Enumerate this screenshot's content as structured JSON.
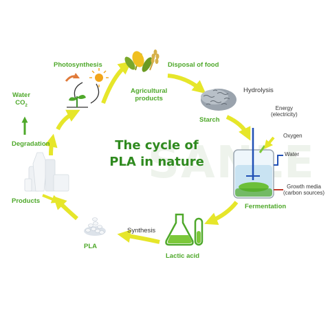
{
  "title_lines": [
    "The cycle of",
    "PLA in nature"
  ],
  "watermark": "SANLE",
  "nodes": {
    "photosynthesis": "Photosynthesis",
    "disposal_of_food": "Disposal of food",
    "agricultural_products": [
      "Agricultural",
      "products"
    ],
    "hydrolysis": "Hydrolysis",
    "starch": "Starch",
    "fermentation": "Fermentation",
    "lactic_acid": "Lactic acid",
    "synthesis": "Synthesis",
    "pla": "PLA",
    "products": "Products",
    "degradation": "Degradation",
    "water": "Water",
    "co2_base": "CO",
    "co2_sub": "2"
  },
  "fermenter": {
    "energy": [
      "Energy",
      "(electricity)"
    ],
    "oxygen": "Oxygen",
    "water": "Water",
    "growth_media": [
      "Growth media",
      "(carbon sources)"
    ]
  },
  "colors": {
    "arrow_yellow": "#e6e62a",
    "label_green": "#4ea82a",
    "title_green": "#2f8a1f",
    "water_blue": "#1f4fb5",
    "media_red": "#c0392b"
  }
}
